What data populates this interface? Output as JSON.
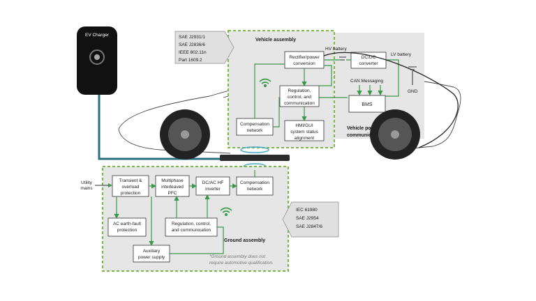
{
  "charger": {
    "label": "EV Charger"
  },
  "standards_vehicle": [
    "SAE J2931/1",
    "SAE J2836/6",
    "IEEE 802.11n",
    "Part 1609.2"
  ],
  "standards_ground": [
    "IEC 61980",
    "SAE J2954",
    "SAE J2847/6"
  ],
  "vehicle_assembly": {
    "title": "Vehicle assembly",
    "rectifier": [
      "Rectifier/power",
      "conversion"
    ],
    "regulation": [
      "Regulation,",
      "control, and",
      "communication"
    ],
    "hmi": [
      "HMI/GUI",
      "system status",
      "alignment"
    ],
    "compensation": [
      "Compensation",
      "network"
    ]
  },
  "vehicle_interface": {
    "title": [
      "Vehicle power and",
      "communication interface"
    ],
    "hv_battery": "HV battery",
    "dcdc": [
      "DC/DC",
      "converter"
    ],
    "lv_battery": "LV battery",
    "can": "CAN Messaging",
    "bms": "BMS",
    "gnd": "GND"
  },
  "ground_assembly": {
    "title": "Ground assembly",
    "utility": [
      "Utility",
      "mains"
    ],
    "transient": [
      "Transient &",
      "overload",
      "protection"
    ],
    "pfc": [
      "Multiphase",
      "interleaved",
      "PFC"
    ],
    "inverter": [
      "DC/AC HF",
      "inverter"
    ],
    "compensation": [
      "Compensation",
      "network"
    ],
    "earth_fault": [
      "AC earth-fault",
      "protection"
    ],
    "regulation": [
      "Regulation, control,",
      "and communication"
    ],
    "aux": [
      "Auxiliary",
      "power supply"
    ],
    "note": [
      "*Ground assembly does not",
      "require automotive qualification."
    ]
  },
  "colors": {
    "green": "#3a9a4a",
    "panel": "#e6e6e6",
    "teal": "#2a6f80"
  }
}
